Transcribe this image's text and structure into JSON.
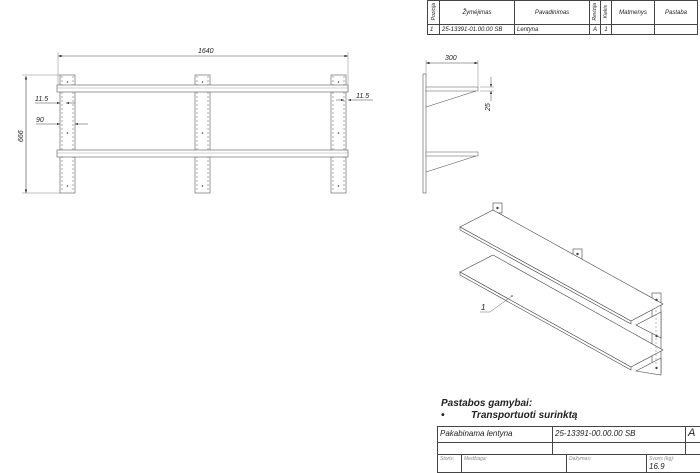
{
  "parts_table": {
    "headers": {
      "position": "Pozicija",
      "designation": "Žymėjimas",
      "name": "Pavadinimas",
      "revision": "Revizija",
      "quantity": "Kiekis",
      "dimensions": "Matmenys",
      "note": "Pastaba"
    },
    "rows": [
      {
        "position": "1",
        "designation": "25-13391-01.00.00 SB",
        "name": "Lentyna",
        "revision": "A",
        "quantity": "1",
        "dimensions": "",
        "note": ""
      }
    ]
  },
  "front_view": {
    "dim_width": "1640",
    "dim_height": "666",
    "dim_left_offset": "11.5",
    "dim_right_offset": "11.5",
    "dim_bracket_width": "90"
  },
  "side_view": {
    "dim_depth": "300",
    "dim_thickness": "25"
  },
  "iso_view": {
    "callout": "1"
  },
  "notes": {
    "title": "Pastabos gamybai:",
    "bullet": "•",
    "items": [
      "Transportuoti surinktą"
    ]
  },
  "title_block": {
    "part_name": "Pakabinama lentyna",
    "drawing_number": "25-13391-00.00.00 SB",
    "revision": "A",
    "thickness_label": "Storis:",
    "material_label": "Medžiaga:",
    "painting_label": "Dažymas:",
    "weight_label": "Svoris (kg):",
    "weight_value": "16.9"
  }
}
